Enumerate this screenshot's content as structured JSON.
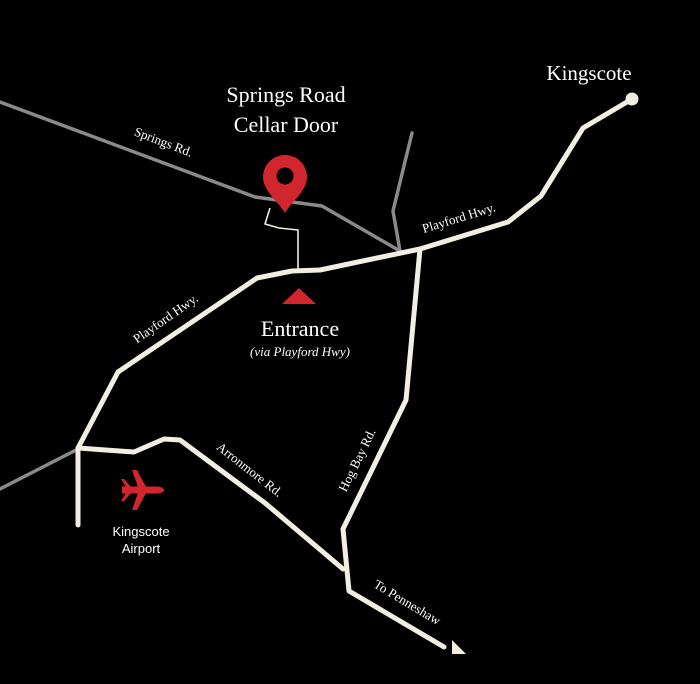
{
  "colors": {
    "background": "#000000",
    "road": "#f3eee2",
    "minor_road": "#8a8a8a",
    "accent": "#d1262e",
    "text": "#ffffff"
  },
  "places": {
    "kingscote": "Kingscote",
    "cellar_door_line1": "Springs Road",
    "cellar_door_line2": "Cellar Door",
    "entrance": "Entrance",
    "entrance_note": "(via Playford Hwy)",
    "airport_line1": "Kingscote",
    "airport_line2": "Airport"
  },
  "roads": {
    "springs_rd": "Springs Rd.",
    "playford_hwy_east": "Playford Hwy.",
    "playford_hwy_west": "Playford Hwy.",
    "arronmore_rd": "Arronmore Rd.",
    "hog_bay_rd": "Hog Bay Rd.",
    "to_penneshaw": "To Penneshaw"
  },
  "icons": {
    "cellar_door_marker": "location-pin-icon",
    "entrance_marker": "triangle-marker-icon",
    "airport": "airplane-icon",
    "kingscote_dot": "town-dot-icon",
    "penneshaw_arrow": "arrow-icon"
  }
}
